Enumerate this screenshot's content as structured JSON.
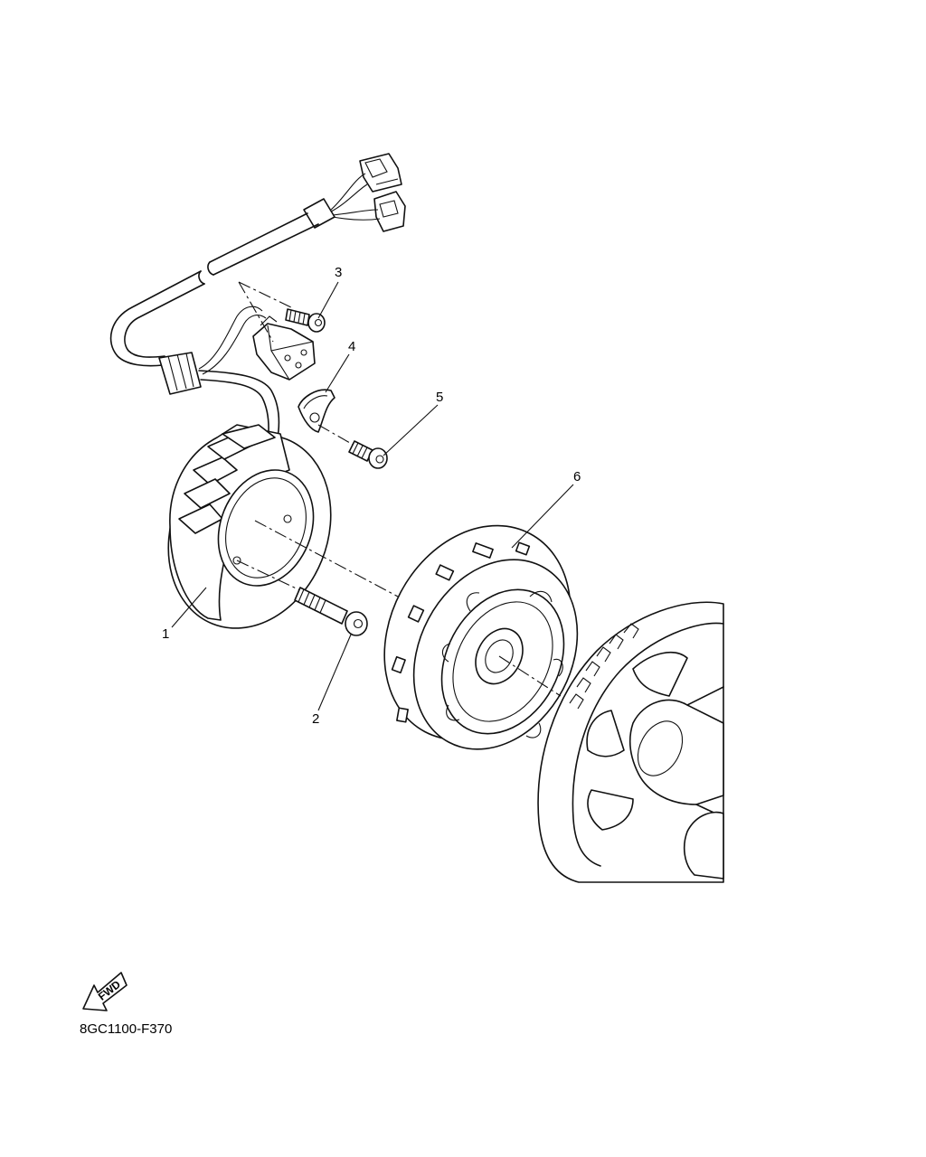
{
  "diagram": {
    "code": "8GC1100-F370",
    "fwd_label": "FWD",
    "callouts": [
      {
        "id": "1",
        "label": "1"
      },
      {
        "id": "2",
        "label": "2"
      },
      {
        "id": "3",
        "label": "3"
      },
      {
        "id": "4",
        "label": "4"
      },
      {
        "id": "5",
        "label": "5"
      },
      {
        "id": "6",
        "label": "6"
      }
    ]
  }
}
